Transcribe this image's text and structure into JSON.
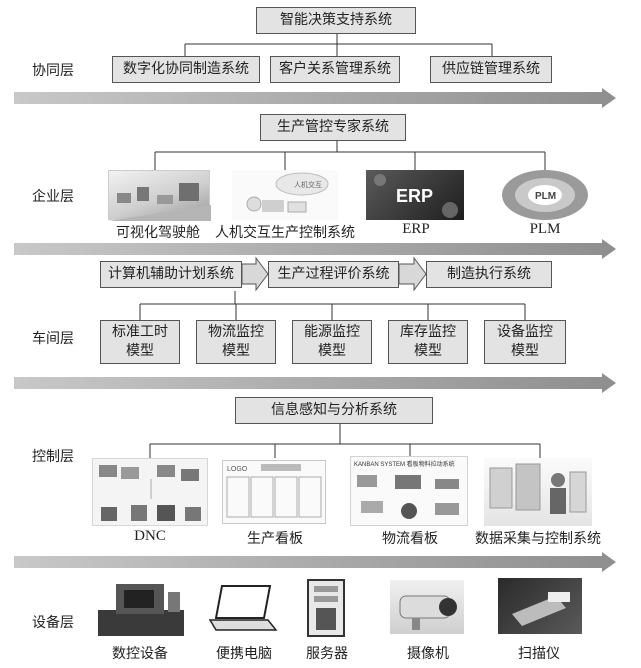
{
  "layers": {
    "collab": "协同层",
    "enterprise": "企业层",
    "workshop": "车间层",
    "control": "控制层",
    "device": "设备层"
  },
  "collab": {
    "top": "智能决策支持系统",
    "children": [
      "数字化协同制造系统",
      "客户关系管理系统",
      "供应链管理系统"
    ]
  },
  "enterprise": {
    "top": "生产管控专家系统",
    "items": [
      "可视化驾驶舱",
      "人机交互生产控制系统",
      "ERP",
      "PLM"
    ]
  },
  "workshop": {
    "flow": [
      "计算机辅助计划系统",
      "生产过程评价系统",
      "制造执行系统"
    ],
    "models": [
      "标准工时\n模型",
      "物流监控\n模型",
      "能源监控\n模型",
      "库存监控\n模型",
      "设备监控\n模型"
    ]
  },
  "control": {
    "top": "信息感知与分析系统",
    "items": [
      "DNC",
      "生产看板",
      "物流看板",
      "数据采集与控制系统"
    ],
    "board_logo": "LOGO",
    "kanban_title": "KANBAN SYSTEM 看板物料拉动系统"
  },
  "device": {
    "items": [
      "数控设备",
      "便携电脑",
      "服务器",
      "摄像机",
      "扫描仪"
    ]
  },
  "thumbs": {
    "erp": "ERP",
    "plm": "PLM",
    "hmi": "人机交互"
  }
}
